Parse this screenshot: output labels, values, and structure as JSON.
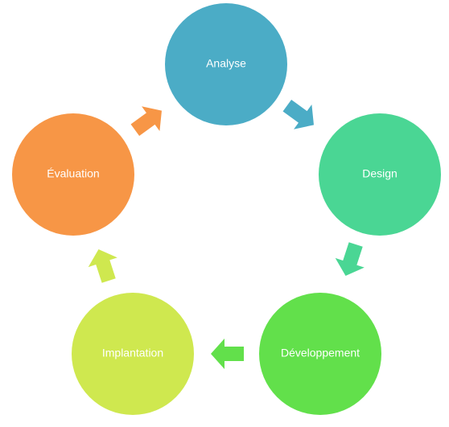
{
  "diagram": {
    "type": "cycle",
    "nodes": [
      {
        "label": "Analyse",
        "color": "#4BACC6"
      },
      {
        "label": "Design",
        "color": "#4AD694"
      },
      {
        "label": "Développement",
        "color": "#62E04B"
      },
      {
        "label": "Implantation",
        "color": "#CFE84F"
      },
      {
        "label": "Évaluation",
        "color": "#F79646"
      }
    ],
    "arrows": [
      {
        "from": "Analyse",
        "to": "Design",
        "color": "#4BACC6"
      },
      {
        "from": "Design",
        "to": "Développement",
        "color": "#4AD694"
      },
      {
        "from": "Développement",
        "to": "Implantation",
        "color": "#62E04B"
      },
      {
        "from": "Implantation",
        "to": "Évaluation",
        "color": "#CFE84F"
      },
      {
        "from": "Évaluation",
        "to": "Analyse",
        "color": "#F79646"
      }
    ]
  }
}
